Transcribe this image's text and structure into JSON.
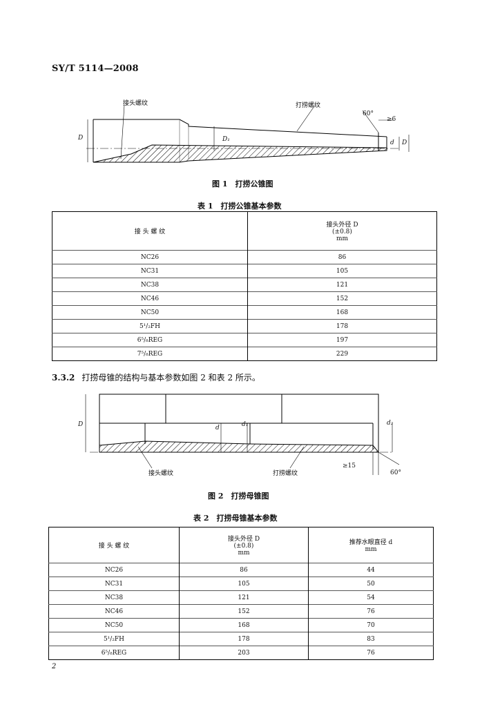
{
  "header": {
    "standard": "SY/T 5114—2008"
  },
  "figure1": {
    "caption": "图 1　打捞公锥图",
    "labels": {
      "joint_thread": "接头螺纹",
      "fishing_thread": "打捞螺纹",
      "D": "D",
      "D1": "D₁",
      "d": "d",
      "angle": "60°",
      "min_len": "≥6"
    }
  },
  "table1": {
    "caption": "表 1　打捞公锥基本参数",
    "col1_header": "接 头 螺 纹",
    "col2_header": [
      "接头外径 D",
      "(±0.8)",
      "mm"
    ],
    "rows": [
      [
        "NC26",
        "86"
      ],
      [
        "NC31",
        "105"
      ],
      [
        "NC38",
        "121"
      ],
      [
        "NC46",
        "152"
      ],
      [
        "NC50",
        "168"
      ],
      [
        "5¹/₂FH",
        "178"
      ],
      [
        "6⁵/₈REG",
        "197"
      ],
      [
        "7⁵/₈REG",
        "229"
      ]
    ]
  },
  "paragraph": {
    "number": "3.3.2",
    "text": "打捞母锥的结构与基本参数如图 2 和表 2 所示。"
  },
  "figure2": {
    "caption": "图 2　打捞母锥图",
    "labels": {
      "joint_thread": "接头螺纹",
      "fishing_thread": "打捞螺纹",
      "D": "D",
      "d": "d",
      "d1": "d₁",
      "d2": "d₂",
      "min_len": "≥15",
      "angle": "60°"
    }
  },
  "table2": {
    "caption": "表 2　打捞母锥基本参数",
    "col1_header": "接 头 螺 纹",
    "col2_header": [
      "接头外径 D",
      "(±0.8)",
      "mm"
    ],
    "col3_header": [
      "推荐水眼直径 d",
      "mm"
    ],
    "rows": [
      [
        "NC26",
        "86",
        "44"
      ],
      [
        "NC31",
        "105",
        "50"
      ],
      [
        "NC38",
        "121",
        "54"
      ],
      [
        "NC46",
        "152",
        "76"
      ],
      [
        "NC50",
        "168",
        "70"
      ],
      [
        "5¹/₂FH",
        "178",
        "83"
      ],
      [
        "6⁵/₈REG",
        "203",
        "76"
      ]
    ]
  },
  "footer": {
    "page_number": "2"
  }
}
